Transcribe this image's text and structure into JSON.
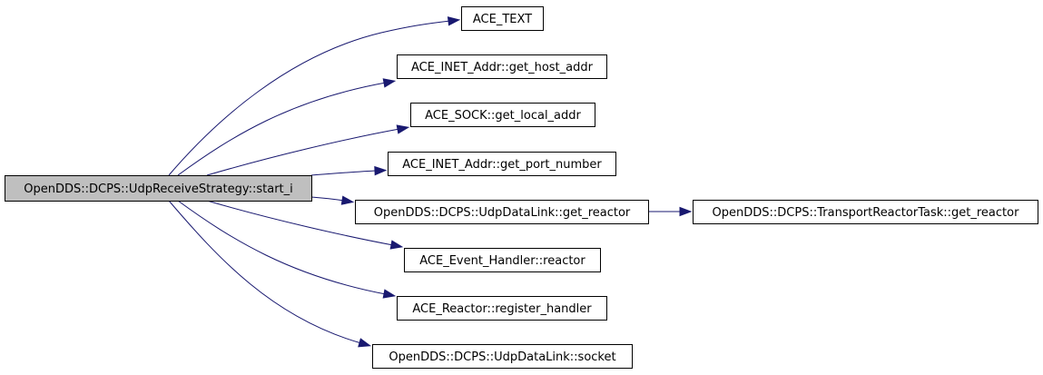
{
  "graph": {
    "nodes": [
      {
        "id": "root",
        "label": "OpenDDS::DCPS::UdpReceiveStrategy::start_i",
        "is_root": true
      },
      {
        "id": "ace_text",
        "label": "ACE_TEXT"
      },
      {
        "id": "get_host_addr",
        "label": "ACE_INET_Addr::get_host_addr"
      },
      {
        "id": "get_local_addr",
        "label": "ACE_SOCK::get_local_addr"
      },
      {
        "id": "get_port_number",
        "label": "ACE_INET_Addr::get_port_number"
      },
      {
        "id": "udp_get_reactor",
        "label": "OpenDDS::DCPS::UdpDataLink::get_reactor"
      },
      {
        "id": "task_get_reactor",
        "label": "OpenDDS::DCPS::TransportReactorTask::get_reactor"
      },
      {
        "id": "handler_reactor",
        "label": "ACE_Event_Handler::reactor"
      },
      {
        "id": "register_handler",
        "label": "ACE_Reactor::register_handler"
      },
      {
        "id": "socket",
        "label": "OpenDDS::DCPS::UdpDataLink::socket"
      }
    ],
    "edges": [
      {
        "from": "root",
        "to": "ace_text"
      },
      {
        "from": "root",
        "to": "get_host_addr"
      },
      {
        "from": "root",
        "to": "get_local_addr"
      },
      {
        "from": "root",
        "to": "get_port_number"
      },
      {
        "from": "root",
        "to": "udp_get_reactor"
      },
      {
        "from": "udp_get_reactor",
        "to": "task_get_reactor"
      },
      {
        "from": "root",
        "to": "handler_reactor"
      },
      {
        "from": "root",
        "to": "register_handler"
      },
      {
        "from": "root",
        "to": "socket"
      }
    ],
    "colors": {
      "edge": "#191970",
      "root_fill": "#bfbfbf",
      "node_fill": "#ffffff",
      "border": "#000000"
    }
  }
}
